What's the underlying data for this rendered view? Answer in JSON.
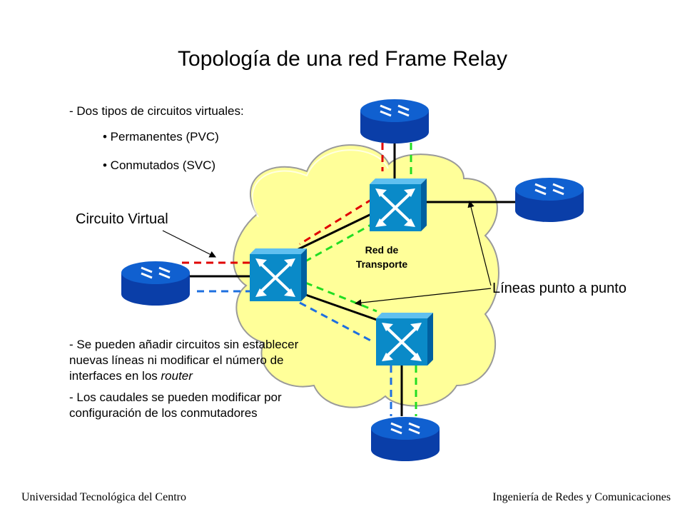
{
  "title": "Topología de una red Frame Relay",
  "bullets": {
    "heading": "- Dos tipos de circuitos virtuales:",
    "items": [
      "• Permanentes (PVC)",
      "• Conmutados (SVC)"
    ]
  },
  "labels": {
    "virtual_circuit": "Circuito Virtual",
    "network_line1": "Red de",
    "network_line2": "Transporte",
    "point_to_point": "Líneas punto a punto"
  },
  "notes": {
    "note1_main": "- Se pueden añadir circuitos sin establecer nuevas líneas ni modificar el número de interfaces en los ",
    "note1_italic": "router",
    "note2": "- Los caudales se pueden modificar por configuración de los conmutadores"
  },
  "footer": {
    "left": "Universidad Tecnológica del Centro",
    "right": "Ingeniería de Redes y Comunicaciones"
  },
  "colors": {
    "cloud": "#ffff99",
    "device_blue": "#1060d0",
    "switch_blue": "#0a8ac8",
    "circuit_red": "#e00000",
    "circuit_green": "#22dd22",
    "circuit_blue": "#1e6fe0"
  },
  "icons": [
    "router-icon",
    "switch-icon",
    "cloud-shape"
  ]
}
